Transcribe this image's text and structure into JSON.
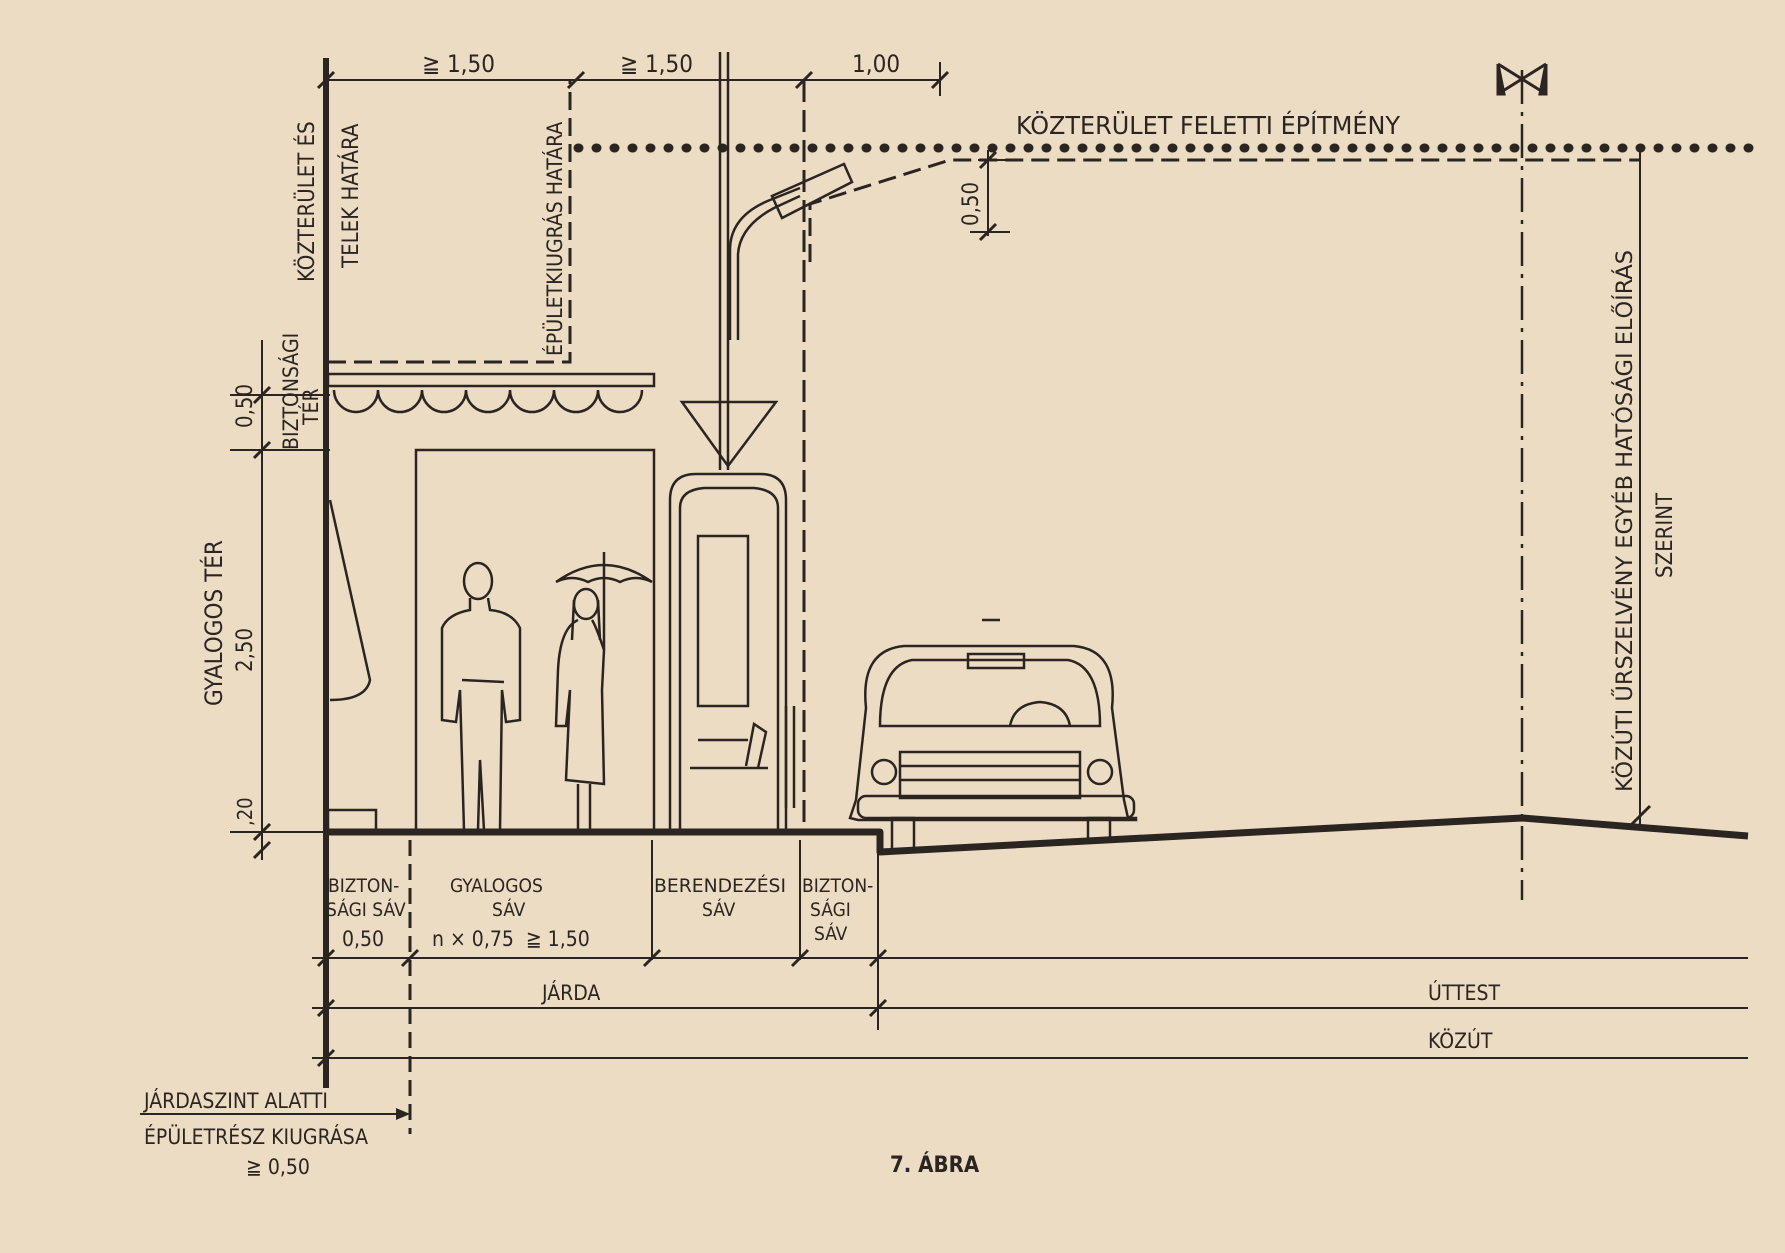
{
  "colors": {
    "paper": "#ecdcc4",
    "ink": "#2b2521"
  },
  "labels": {
    "top_dim_1": "≧ 1,50",
    "top_dim_2": "≧ 1,50",
    "top_dim_3": "1,00",
    "overhead_structure": "KÖZTERÜLET FELETTI ÉPÍTMÉNY",
    "dim_050_top": "0,50",
    "boundary_line1": "KÖZTERÜLET ÉS",
    "boundary_line2": "TELEK HATÁRA",
    "projection_limit": "ÉPÜLETKIUGRÁS HATÁRA",
    "safety_space_line1": "BIZTONSÁGI",
    "safety_space_line2": "TÉR",
    "dim_050_left": "0,50",
    "pedestrian_space": "GYALOGOS TÉR",
    "dim_250": "2,50",
    "dim_020": ",20",
    "road_clearance": "KÖZÚTI ŰRSZELVÉNY EGYÉB HATÓSÁGI ELŐÍRÁS",
    "road_clearance2": "SZERINT",
    "strip_safety_1_line1": "BIZTON-",
    "strip_safety_1_line2": "SÁGI SÁV",
    "strip_safety_1_dim": "0,50",
    "strip_pedestrian_line1": "GYALOGOS",
    "strip_pedestrian_line2": "SÁV",
    "strip_pedestrian_dim": "n × 0,75  ≧ 1,50",
    "strip_equipment_line1": "BERENDEZÉSI",
    "strip_equipment_line2": "SÁV",
    "strip_safety_2_line1": "BIZTON-",
    "strip_safety_2_line2": "SÁGI",
    "strip_safety_2_line3": "SÁV",
    "sidewalk": "JÁRDA",
    "carriageway": "ÚTTEST",
    "public_road": "KÖZÚT",
    "below_grade_line1": "JÁRDASZINT ALATTI",
    "below_grade_line2": "ÉPÜLETRÉSZ KIUGRÁSA",
    "below_grade_dim": "≧ 0,50",
    "figure_caption": "7. ÁBRA"
  }
}
